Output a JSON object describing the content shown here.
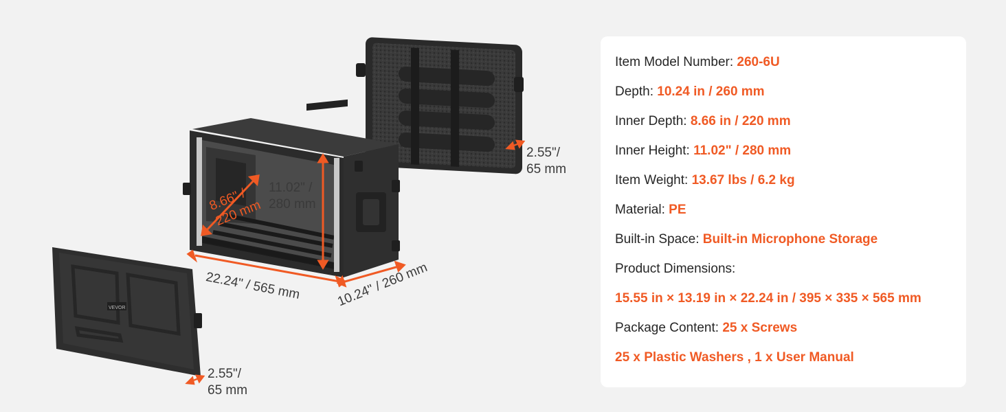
{
  "dimensions": {
    "lid_thickness_top": [
      "2.55\"/",
      "65 mm"
    ],
    "inner_height": [
      "11.02\" /",
      "280 mm"
    ],
    "inner_depth": [
      "8.66\" /",
      "220 mm"
    ],
    "width": "22.24\" / 565 mm",
    "depth": "10.24\" / 260 mm",
    "lid_thickness_bottom": [
      "2.55\"/",
      "65 mm"
    ]
  },
  "brand_mark": "VEVOR",
  "specs": {
    "model": {
      "label": "Item Model Number: ",
      "value": "260-6U"
    },
    "depth": {
      "label": "Depth: ",
      "value": "10.24 in / 260 mm"
    },
    "inner_depth": {
      "label": "Inner Depth: ",
      "value": "8.66 in / 220 mm"
    },
    "inner_height": {
      "label": "Inner Height: ",
      "value": "11.02\" / 280 mm"
    },
    "weight": {
      "label": "Item Weight: ",
      "value": "13.67 lbs / 6.2 kg"
    },
    "material": {
      "label": "Material: ",
      "value": "PE"
    },
    "space": {
      "label": "Built-in Space: ",
      "value": "Built-in Microphone Storage"
    },
    "dimensions_label": "Product Dimensions:",
    "dimensions_value": "15.55 in × 13.19 in × 22.24 in / 395 × 335 × 565 mm",
    "package": {
      "label": "Package Content: ",
      "value": "25 x Screws"
    },
    "package_more": "25 x Plastic Washers , 1 x User Manual"
  },
  "colors": {
    "accent": "#f05a24",
    "case": "#2b2b2b",
    "card": "#ffffff",
    "background": "#f2f2f2"
  }
}
